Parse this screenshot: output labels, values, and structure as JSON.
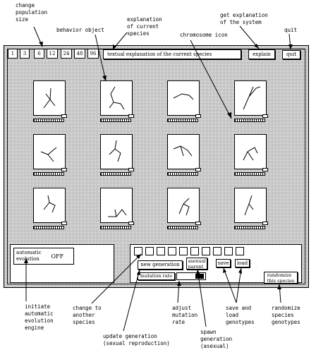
{
  "annotations": {
    "change_population_size": "change\npopulation\nsize",
    "behavior_object": "behavior object",
    "explanation_current_species": "explanation\nof current\nspecies",
    "chromosome_icon": "chromosome icon",
    "get_explanation_system": "get explanation\nof the system",
    "quit": "quit",
    "initiate_auto_evolution": "initiate\nautomatic\nevolution\nengine",
    "change_species": "change to\nanother\nspecies",
    "update_generation": "update generation\n(sexual reproduction)",
    "adjust_mutation": "adjust\nmutation\nrate",
    "spawn_generation": "spawn\ngeneration\n(asexual)",
    "save_load": "save and\nload\ngenotypes",
    "randomize": "randomize\nspecies\ngenotypes"
  },
  "population_sizes": [
    "1",
    "3",
    "6",
    "12",
    "24",
    "48",
    "96"
  ],
  "explanation_text": "textual explanation of the current species",
  "explain_label": "explain",
  "quit_label": "quit",
  "auto_evolution": {
    "label": "automatic\nevolution",
    "state": "OFF"
  },
  "new_generation_label": "new generation",
  "asexual_parent_label": "asexual\nparent",
  "mutation_rate_label": "mutation rate",
  "save_label": "save",
  "load_label": "load",
  "randomize_label": "randomize\nthis species"
}
